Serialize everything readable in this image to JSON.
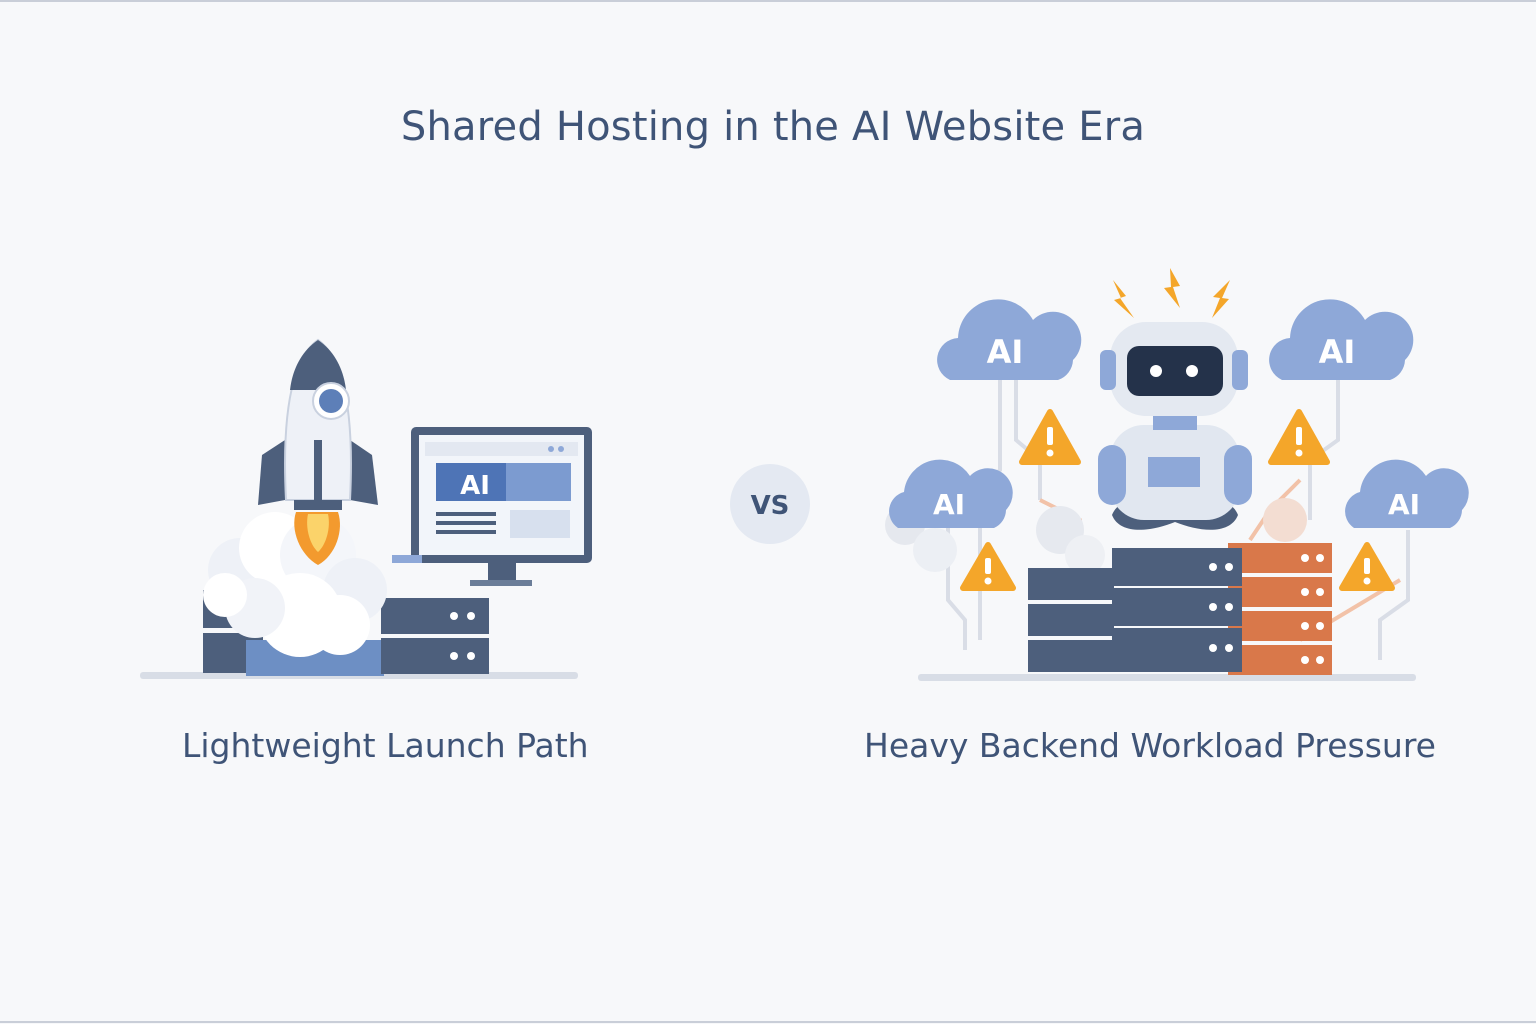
{
  "title": "Shared Hosting in the AI Website Era",
  "left_panel": {
    "caption": "Lightweight Launch Path",
    "screen_badge": "AI"
  },
  "versus": "VS",
  "right_panel": {
    "caption": "Heavy Backend Workload Pressure",
    "cloud_labels": [
      "AI",
      "AI",
      "AI",
      "AI"
    ]
  },
  "colors": {
    "text": "#3f5477",
    "server_dark": "#4d5f7c",
    "server_blue": "#6d8fc4",
    "server_orange": "#d9784a",
    "cloud": "#8ea8d8",
    "warning": "#f4a62a",
    "flame": "#f39a2e"
  }
}
